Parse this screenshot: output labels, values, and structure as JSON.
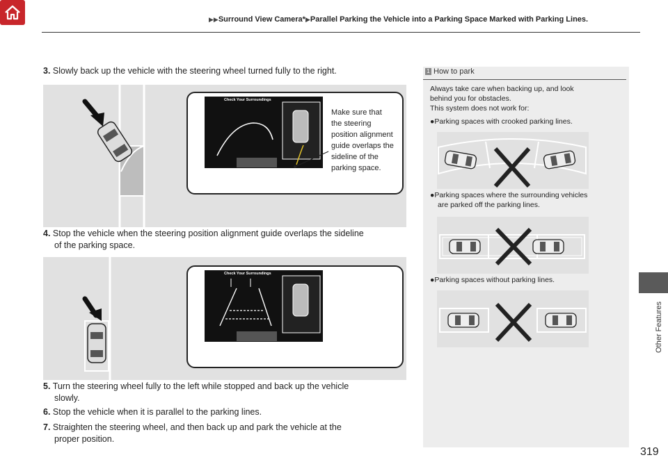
{
  "header": {
    "breadcrumb_part1": "Surround View Camera*",
    "breadcrumb_part2": "Parallel Parking the Vehicle into a Parking Space Marked with Parking Lines."
  },
  "sidebar": {
    "section_label": "Other Features"
  },
  "page_number": "319",
  "steps": [
    {
      "num": "3.",
      "text": "Slowly back up the vehicle with the steering wheel turned fully to the right."
    },
    {
      "num": "4.",
      "text_line1": "Stop the vehicle when the steering position alignment guide overlaps the sideline",
      "text_line2": "of the parking space."
    },
    {
      "num": "5.",
      "text_line1": "Turn the steering wheel fully to the left while stopped and back up the vehicle",
      "text_line2": "slowly."
    },
    {
      "num": "6.",
      "text": "Stop the vehicle when it is parallel to the parking lines."
    },
    {
      "num": "7.",
      "text_line1": "Straighten the steering wheel, and then back up and park the vehicle at the",
      "text_line2": "proper position."
    }
  ],
  "screen_title": "Check Your Surroundings",
  "annotation_lines": [
    "Make sure that",
    "the steering",
    "position alignment",
    "guide overlaps the",
    "sideline of the",
    "parking space."
  ],
  "note": {
    "number": "1",
    "title": "How to park",
    "intro_lines": [
      "Always take care when backing up, and look",
      "behind you for obstacles.",
      "This system does not work for:"
    ],
    "bullet1": "Parking spaces with crooked parking lines.",
    "bullet2_line1": "Parking spaces where the surrounding vehicles",
    "bullet2_line2": "are parked off the parking lines.",
    "bullet3": "Parking spaces without parking lines."
  },
  "colors": {
    "home_red": "#c8262b",
    "panel_gray": "#e1e1e1",
    "note_gray": "#ededed",
    "tab_gray": "#5a5a5a"
  }
}
